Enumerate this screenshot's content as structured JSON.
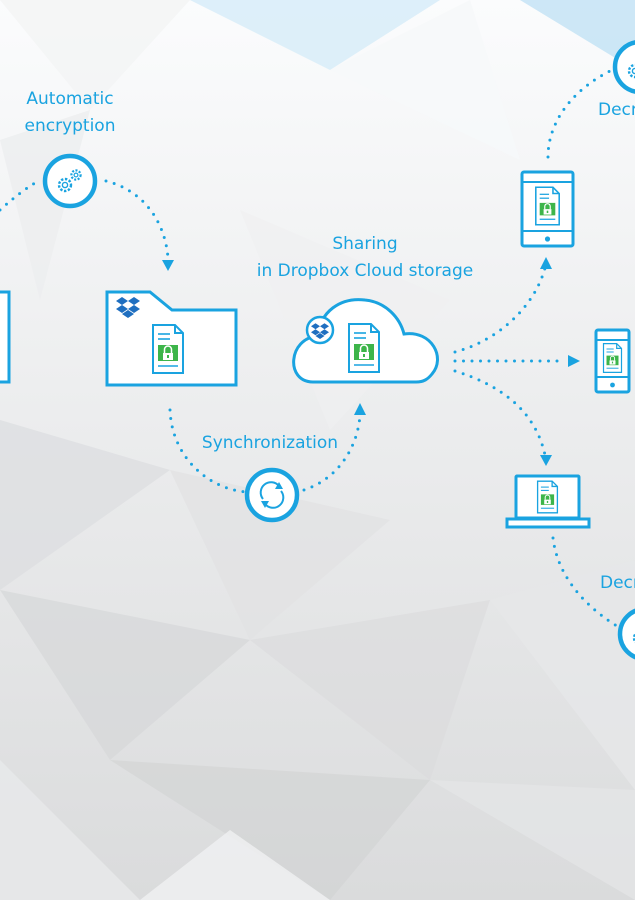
{
  "labels": {
    "automatic_encryption": [
      "Automatic",
      "encryption"
    ],
    "sharing": [
      "Sharing",
      "in Dropbox Cloud storage"
    ],
    "synchronization": "Synchronization",
    "decryption_top": "Decr",
    "decryption_bottom": "Decr"
  },
  "colors": {
    "accent": "#1aa3e0",
    "lock_green": "#3db54a",
    "dropbox_blue": "#1f6fc0",
    "background": "#ececec"
  },
  "icons": [
    "gear-icon",
    "sync-icon",
    "folder-icon",
    "cloud-icon",
    "dropbox-logo-icon",
    "encrypted-document-icon",
    "tablet-icon",
    "phone-icon",
    "laptop-icon",
    "arrow-icon"
  ]
}
